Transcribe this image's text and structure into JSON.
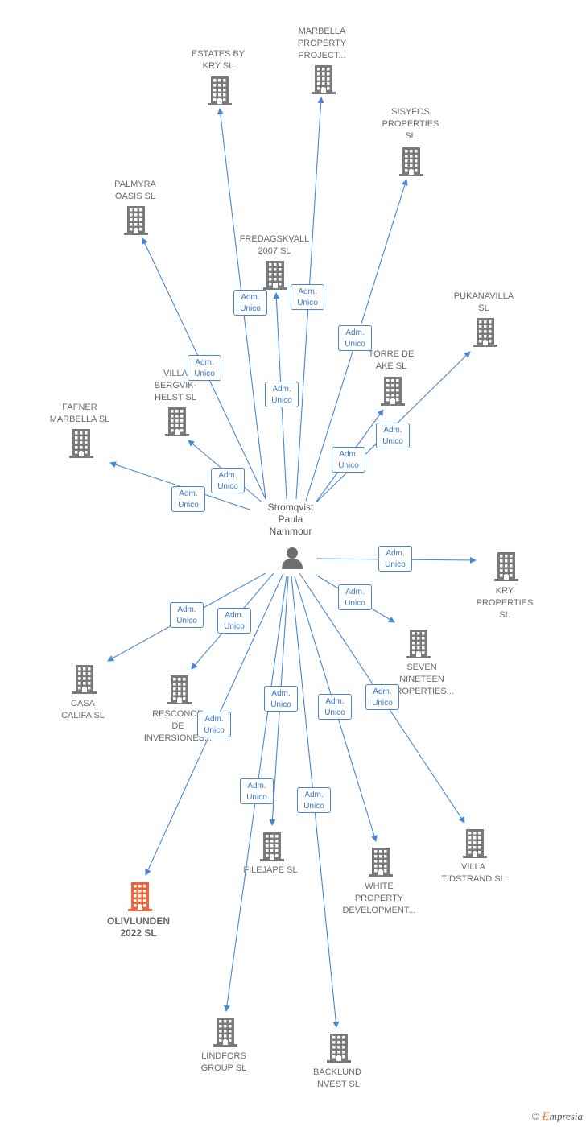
{
  "center": {
    "name": "Stromqvist\nPaula\nNammour",
    "icon": "person-icon"
  },
  "relation_label": "Adm.\nUnico",
  "nodes": [
    {
      "id": "estates-by-kry",
      "label": "ESTATES BY\nKRY  SL",
      "highlight": false
    },
    {
      "id": "marbella-property",
      "label": "MARBELLA\nPROPERTY\nPROJECT...",
      "highlight": false
    },
    {
      "id": "sisyfos",
      "label": "SISYFOS\nPROPERTIES\nSL",
      "highlight": false
    },
    {
      "id": "palmyra",
      "label": "PALMYRA\nOASIS  SL",
      "highlight": false
    },
    {
      "id": "fredagskvall",
      "label": "FREDAGSKVALL\n2007 SL",
      "highlight": false
    },
    {
      "id": "pukanavilla",
      "label": "PUKANAVILLA\nSL",
      "highlight": false
    },
    {
      "id": "torre-de-ake",
      "label": "TORRE DE\nAKE  SL",
      "highlight": false
    },
    {
      "id": "villa-bergvik",
      "label": "VILLA\nBERGVIK-\nHELST  SL",
      "highlight": false
    },
    {
      "id": "fafner",
      "label": "FAFNER\nMARBELLA  SL",
      "highlight": false
    },
    {
      "id": "kry-properties",
      "label": "KRY\nPROPERTIES\nSL",
      "highlight": false
    },
    {
      "id": "seven-nineteen",
      "label": "SEVEN\nNINETEEN\nPROPERTIES...",
      "highlight": false
    },
    {
      "id": "casa-califa",
      "label": "CASA\nCALIFA  SL",
      "highlight": false
    },
    {
      "id": "resconor",
      "label": "RESCONOR\nDE\nINVERSIONES...",
      "highlight": false
    },
    {
      "id": "villa-tidstrand",
      "label": "VILLA\nTIDSTRAND SL",
      "highlight": false
    },
    {
      "id": "filejape",
      "label": "FILEJAPE SL",
      "highlight": false
    },
    {
      "id": "white-property",
      "label": "WHITE\nPROPERTY\nDEVELOPMENT...",
      "highlight": false
    },
    {
      "id": "olivlunden",
      "label": "OLIVLUNDEN\n2022  SL",
      "highlight": true
    },
    {
      "id": "lindfors",
      "label": "LINDFORS\nGROUP  SL",
      "highlight": false
    },
    {
      "id": "backlund",
      "label": "BACKLUND\nINVEST  SL",
      "highlight": false
    }
  ],
  "colors": {
    "edge": "#4a86d8",
    "building": "#7a7a7a",
    "highlight_building": "#f0643a",
    "person": "#6e6e6e"
  },
  "footer": {
    "copyright": "©",
    "brand_initial": "E",
    "brand_rest": "mpresia"
  }
}
